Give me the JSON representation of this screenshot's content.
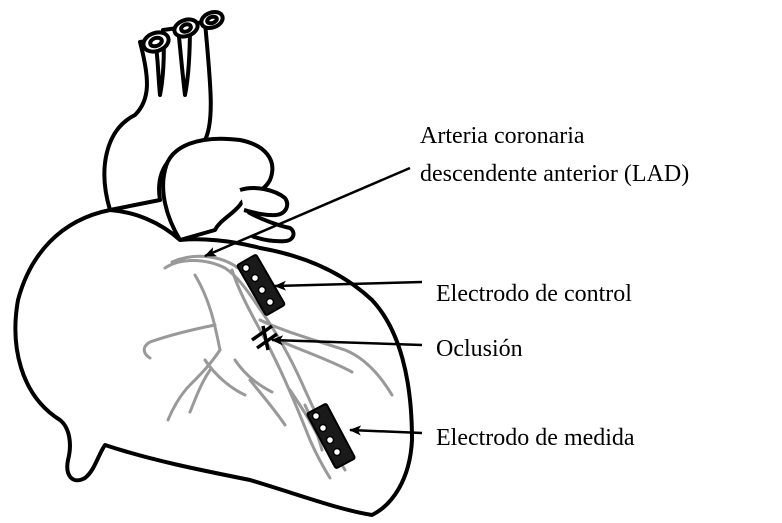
{
  "labels": {
    "lad_line1": "Arteria coronaria",
    "lad_line2": "descendente anterior (LAD)",
    "control_electrode": "Electrodo de control",
    "occlusion": "Oclusión",
    "measure_electrode": "Electrodo de medida"
  },
  "colors": {
    "outline": "#000000",
    "vessel": "#999999",
    "background": "#ffffff"
  }
}
